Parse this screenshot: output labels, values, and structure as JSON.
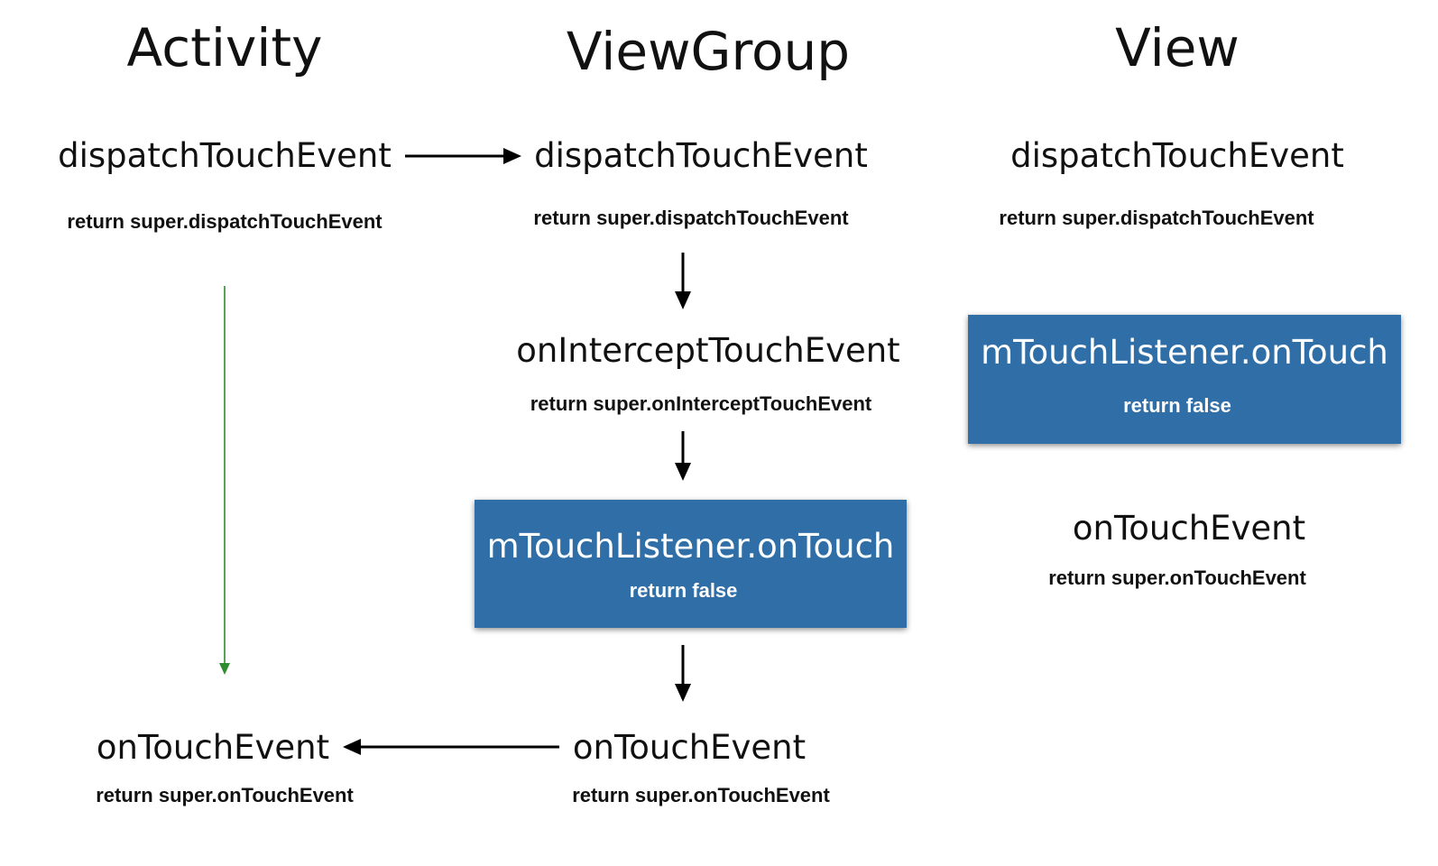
{
  "columns": {
    "activity": "Activity",
    "viewgroup": "ViewGroup",
    "view": "View"
  },
  "activity": {
    "dispatch": "dispatchTouchEvent",
    "dispatch_return": "return super.dispatchTouchEvent",
    "on_touch": "onTouchEvent",
    "on_touch_return": "return super.onTouchEvent"
  },
  "viewgroup": {
    "dispatch": "dispatchTouchEvent",
    "dispatch_return": "return super.dispatchTouchEvent",
    "intercept": "onInterceptTouchEvent",
    "intercept_return": "return super.onInterceptTouchEvent",
    "listener": "mTouchListener.onTouch",
    "listener_return": "return false",
    "on_touch": "onTouchEvent",
    "on_touch_return": "return super.onTouchEvent"
  },
  "view": {
    "dispatch": "dispatchTouchEvent",
    "dispatch_return": "return super.dispatchTouchEvent",
    "listener": "mTouchListener.onTouch",
    "listener_return": "return false",
    "on_touch": "onTouchEvent",
    "on_touch_return": "return super.onTouchEvent"
  },
  "colors": {
    "listener_box": "#2f6ea6",
    "flow_arrow": "#000000",
    "activity_down_arrow": "#2e8b2e"
  }
}
